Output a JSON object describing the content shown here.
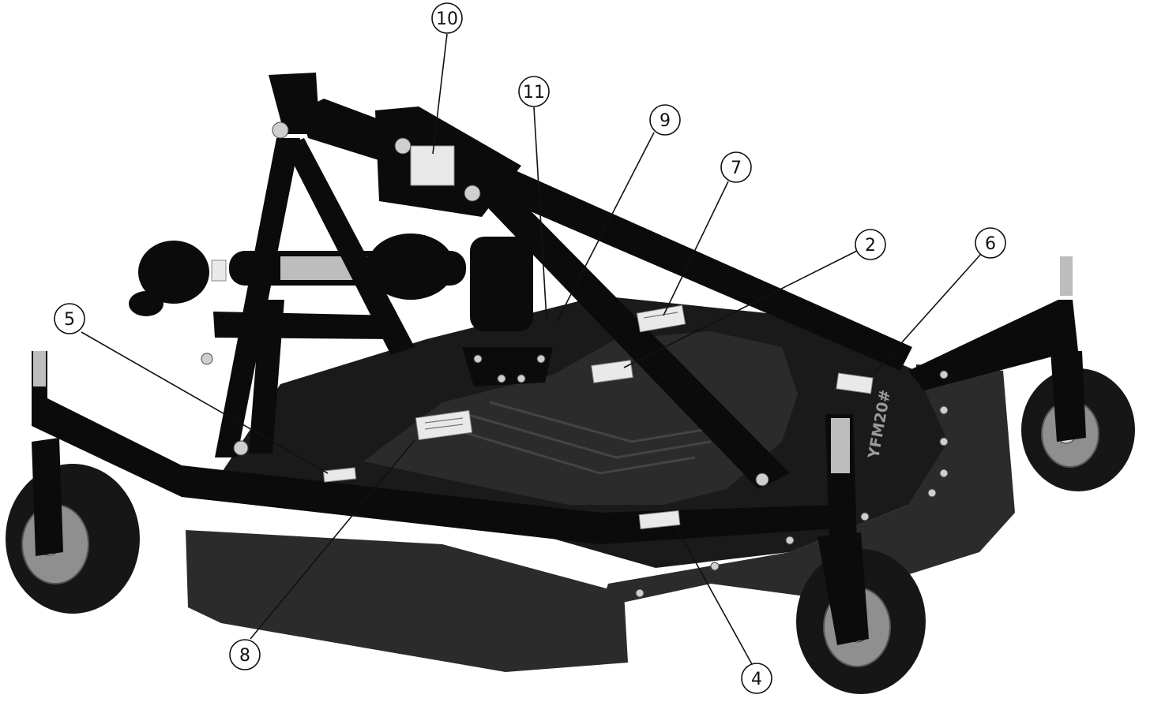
{
  "deck_marking": "YFM20#",
  "callouts": [
    {
      "id": "c10",
      "number": "10"
    },
    {
      "id": "c11",
      "number": "11"
    },
    {
      "id": "c9",
      "number": "9"
    },
    {
      "id": "c7",
      "number": "7"
    },
    {
      "id": "c2",
      "number": "2"
    },
    {
      "id": "c6",
      "number": "6"
    },
    {
      "id": "c5",
      "number": "5"
    },
    {
      "id": "c8",
      "number": "8"
    },
    {
      "id": "c4",
      "number": "4"
    }
  ]
}
